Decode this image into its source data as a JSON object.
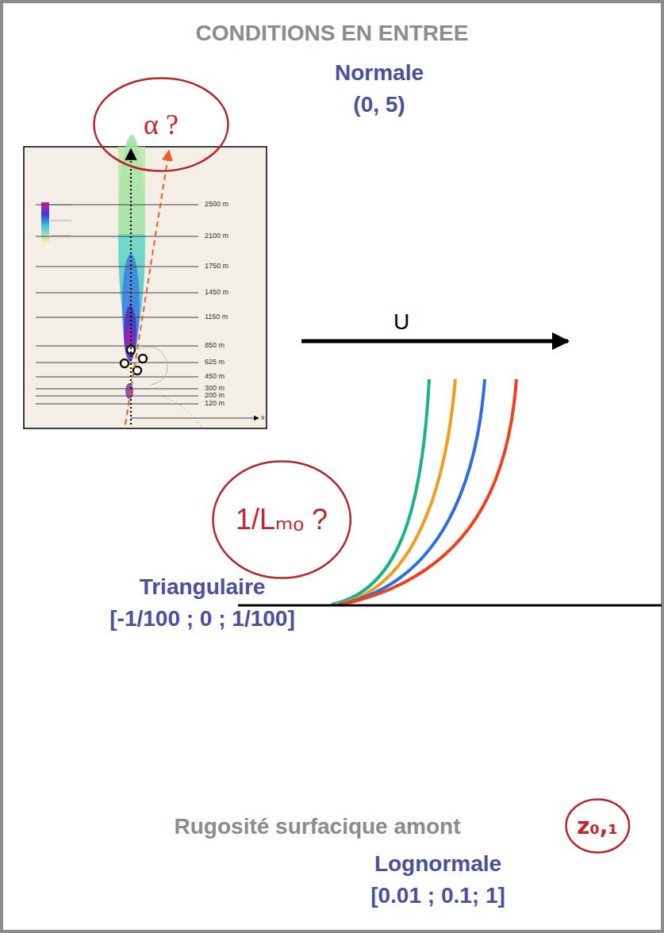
{
  "diagram": {
    "title": "CONDITIONS EN ENTREE",
    "nodes": [
      {
        "text": [
          "α ?"
        ]
      },
      {
        "text": [
          "1/Lₘₒ ?"
        ]
      },
      {
        "text": [
          "z₀,₁"
        ]
      }
    ],
    "labels": [
      "Normale (0, 5)",
      "U",
      "Triangulaire [-1/100 ; 0 ; 1/100]",
      "Rugosité surfacique amont",
      "Lognormale [0.01 ; 0.1; 1]",
      "2500 m",
      "2100 m",
      "1750 m",
      "1450 m",
      "1150 m",
      "850 m",
      "625 m",
      "450 m",
      "300 m",
      "200 m",
      "120 m",
      "x"
    ]
  }
}
